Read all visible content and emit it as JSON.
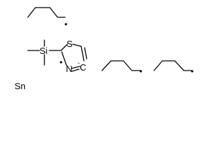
{
  "structure": {
    "atoms": {
      "sn": "Sn",
      "si": "Si",
      "s": "S",
      "n": "N",
      "c": "C"
    },
    "charges": {
      "c_charge": "-"
    }
  }
}
